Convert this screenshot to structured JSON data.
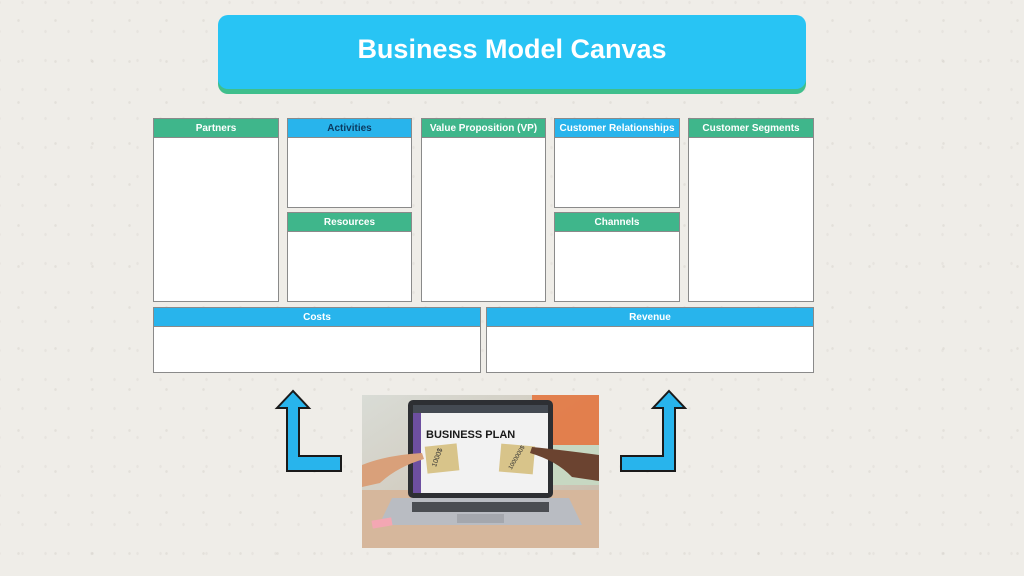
{
  "title": "Business Model Canvas",
  "colors": {
    "banner": "#28c4f4",
    "banner_shadow": "#3fbf8c",
    "header_green": "#3fb68b",
    "header_blue": "#28b4ec",
    "arrow_fill": "#28b4ec"
  },
  "canvas": {
    "partners": "Partners",
    "activities": "Activities",
    "value_proposition": "Value Proposition (VP)",
    "customer_relationships": "Customer Relationships",
    "customer_segments": "Customer Segments",
    "resources": "Resources",
    "channels": "Channels",
    "costs": "Costs",
    "revenue": "Revenue"
  },
  "photo": {
    "screen_text": "BUSINESS PLAN",
    "note_left": "1000$",
    "note_right": "1000000$"
  },
  "icons": [
    "arrow-up-left-icon",
    "arrow-up-right-icon"
  ]
}
